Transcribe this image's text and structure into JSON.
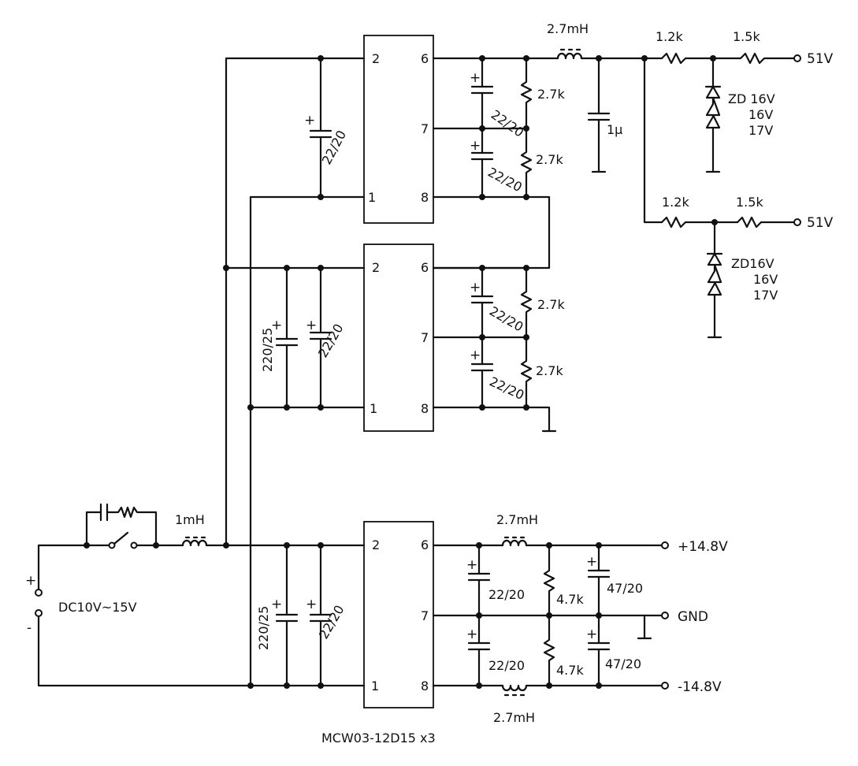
{
  "modules": [
    {
      "pins": [
        "2",
        "6",
        "7",
        "1",
        "8"
      ]
    },
    {
      "pins": [
        "2",
        "6",
        "7",
        "1",
        "8"
      ]
    },
    {
      "pins": [
        "2",
        "6",
        "7",
        "1",
        "8"
      ]
    }
  ],
  "part_label": "MCW03-12D15  x3",
  "input": {
    "plus": "+",
    "minus": "-",
    "voltage": "DC10V~15V",
    "inductor": "1mH"
  },
  "top_stage": {
    "inductor": "2.7mH",
    "cap_1u": "1μ",
    "cap_in": "22/20",
    "cap_a": "22/20",
    "cap_b": "22/20",
    "res_a": "2.7k",
    "res_b": "2.7k",
    "plus_mark": "+"
  },
  "mid_stage": {
    "cap_bulk": "220/25",
    "cap_in": "22/20",
    "cap_a": "22/20",
    "cap_b": "22/20",
    "res_a": "2.7k",
    "res_b": "2.7k",
    "plus_mark": "+"
  },
  "bottom_stage": {
    "cap_bulk": "220/25",
    "cap_in": "22/20",
    "cap_a": "22/20",
    "cap_b": "22/20",
    "res_a": "4.7k",
    "res_b": "4.7k",
    "cap_c": "47/20",
    "cap_d": "47/20",
    "inductor_top": "2.7mH",
    "inductor_bottom": "2.7mH",
    "plus_mark": "+"
  },
  "outputs": {
    "ch1": {
      "r1": "1.2k",
      "r2": "1.5k",
      "label": "51V",
      "zener": [
        "ZD 16V",
        "16V",
        "17V"
      ]
    },
    "ch2": {
      "r1": "1.2k",
      "r2": "1.5k",
      "label": "51V",
      "zener": [
        "ZD16V",
        "16V",
        "17V"
      ]
    },
    "pos": "+14.8V",
    "gnd": "GND",
    "neg": "-14.8V"
  }
}
